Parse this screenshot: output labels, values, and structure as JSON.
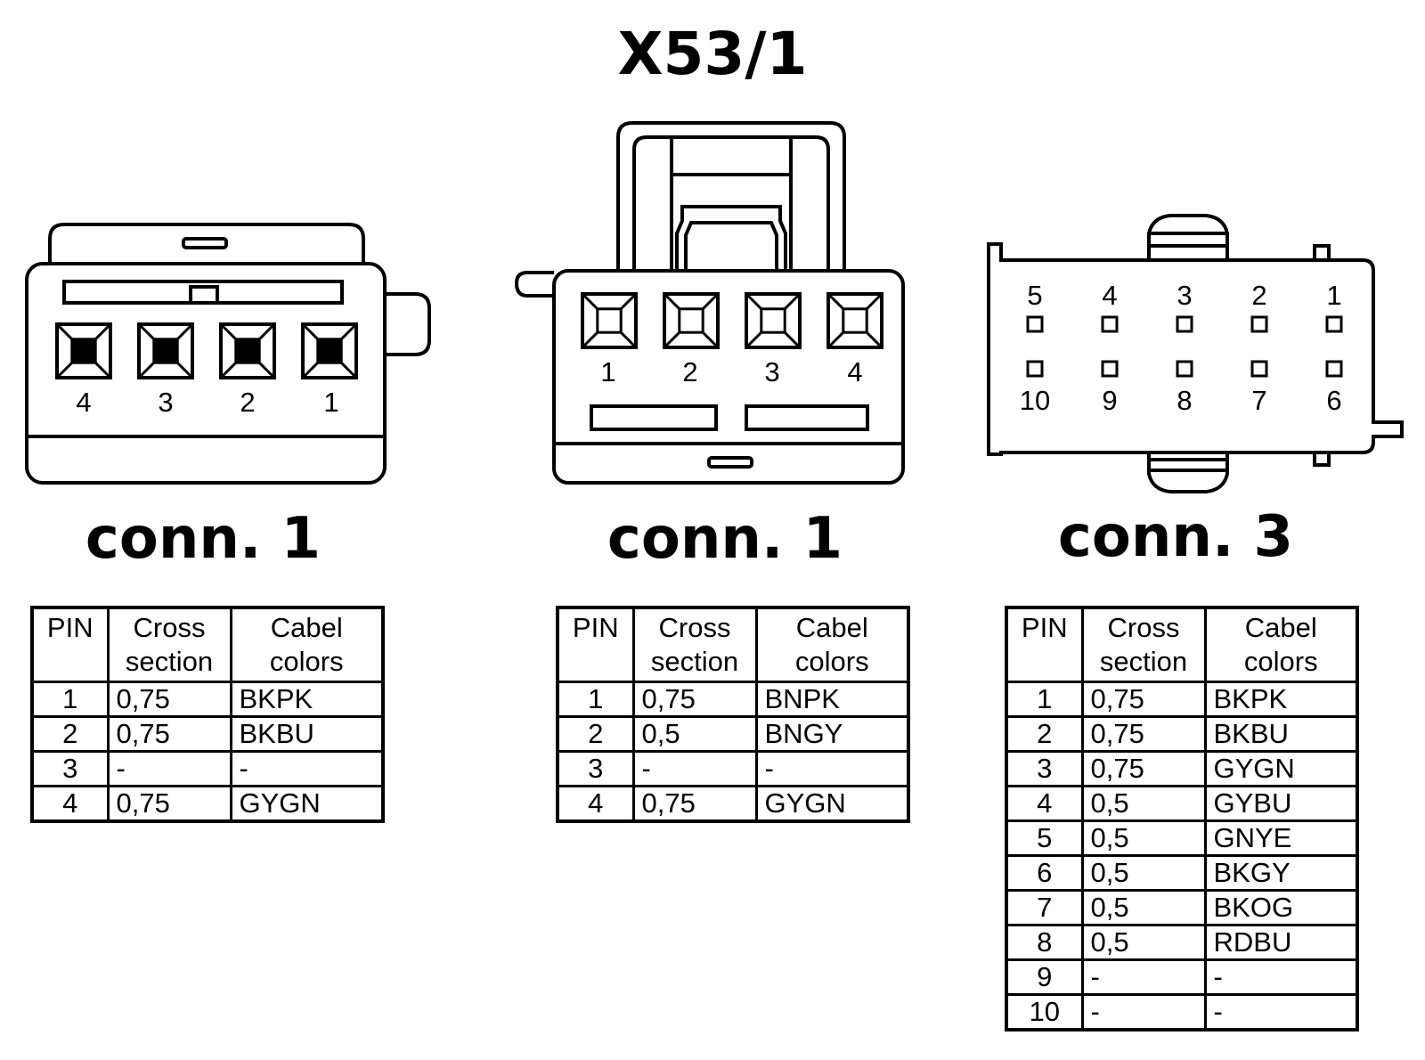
{
  "title": "X53/1",
  "connectors": [
    {
      "label": "conn. 1",
      "pin_numbers_visual": [
        "4",
        "3",
        "2",
        "1"
      ],
      "headers": {
        "pin": "PIN",
        "cross": [
          "Cross",
          "section"
        ],
        "colors": [
          "Cabel",
          "colors"
        ]
      },
      "rows": [
        {
          "pin": "1",
          "cross": "0,75",
          "color": "BKPK"
        },
        {
          "pin": "2",
          "cross": "0,75",
          "color": "BKBU"
        },
        {
          "pin": "3",
          "cross": "-",
          "color": "-"
        },
        {
          "pin": "4",
          "cross": "0,75",
          "color": "GYGN"
        }
      ]
    },
    {
      "label": "conn. 1",
      "pin_numbers_visual": [
        "1",
        "2",
        "3",
        "4"
      ],
      "headers": {
        "pin": "PIN",
        "cross": [
          "Cross",
          "section"
        ],
        "colors": [
          "Cabel",
          "colors"
        ]
      },
      "rows": [
        {
          "pin": "1",
          "cross": "0,75",
          "color": "BNPK"
        },
        {
          "pin": "2",
          "cross": "0,5",
          "color": "BNGY"
        },
        {
          "pin": "3",
          "cross": "-",
          "color": "-"
        },
        {
          "pin": "4",
          "cross": "0,75",
          "color": "GYGN"
        }
      ]
    },
    {
      "label": "conn. 3",
      "pin_numbers_top": [
        "5",
        "4",
        "3",
        "2",
        "1"
      ],
      "pin_numbers_bottom": [
        "10",
        "9",
        "8",
        "7",
        "6"
      ],
      "headers": {
        "pin": "PIN",
        "cross": [
          "Cross",
          "section"
        ],
        "colors": [
          "Cabel",
          "colors"
        ]
      },
      "rows": [
        {
          "pin": "1",
          "cross": "0,75",
          "color": "BKPK"
        },
        {
          "pin": "2",
          "cross": "0,75",
          "color": "BKBU"
        },
        {
          "pin": "3",
          "cross": "0,75",
          "color": "GYGN"
        },
        {
          "pin": "4",
          "cross": "0,5",
          "color": "GYBU"
        },
        {
          "pin": "5",
          "cross": "0,5",
          "color": "GNYE"
        },
        {
          "pin": "6",
          "cross": "0,5",
          "color": "BKGY"
        },
        {
          "pin": "7",
          "cross": "0,5",
          "color": "BKOG"
        },
        {
          "pin": "8",
          "cross": "0,5",
          "color": "RDBU"
        },
        {
          "pin": "9",
          "cross": "-",
          "color": "-"
        },
        {
          "pin": "10",
          "cross": "-",
          "color": "-"
        }
      ]
    }
  ]
}
